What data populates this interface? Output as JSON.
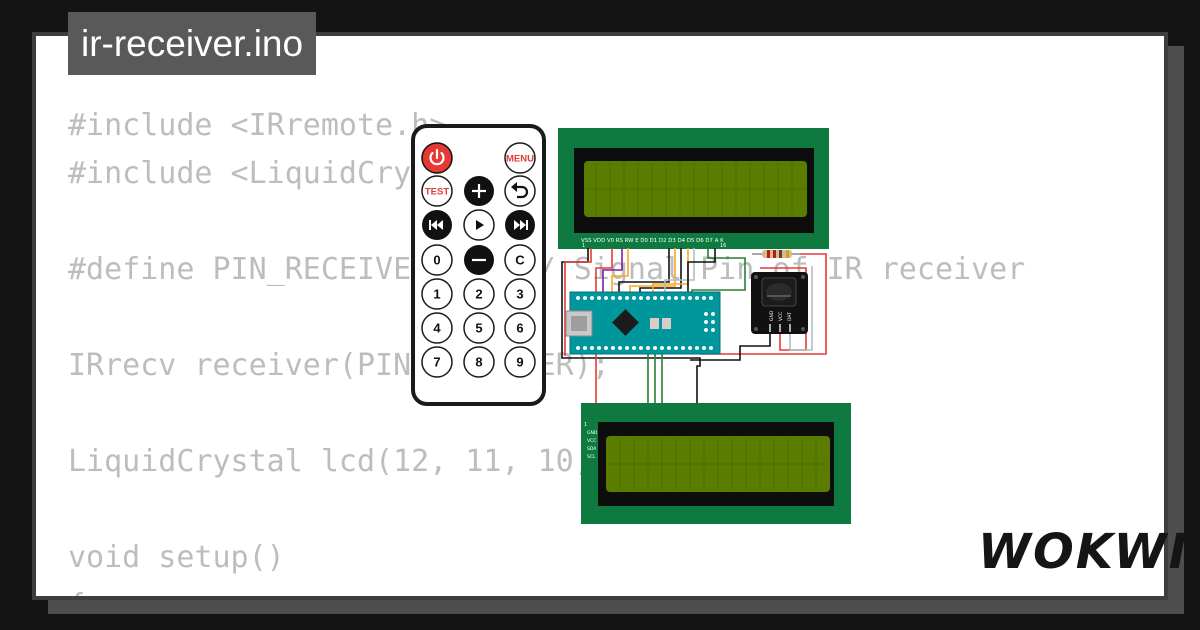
{
  "file_tab": {
    "title": "ir-receiver.ino"
  },
  "code_lines": [
    "#include <IRremote.h>",
    "#include <LiquidCrystal.h>",
    "",
    "#define PIN_RECEIVER 2   // Signal Pin of IR receiver",
    "",
    "IRrecv receiver(PIN_RECEIVER);",
    "",
    "LiquidCrystal lcd(12, 11, 10, 9, 8, 7);",
    "",
    "void setup()",
    "{"
  ],
  "remote": {
    "buttons": {
      "power": "power-icon",
      "menu": "MENU",
      "test": "TEST",
      "plus": "plus-icon",
      "back": "return-icon",
      "prev": "rewind-icon",
      "play": "play-icon",
      "next": "fast-forward-icon",
      "zero": "0",
      "minus": "minus-icon",
      "clear": "C",
      "one": "1",
      "two": "2",
      "three": "3",
      "four": "4",
      "five": "5",
      "six": "6",
      "seven": "7",
      "eight": "8",
      "nine": "9"
    }
  },
  "lcd_top": {
    "pin_labels": "VSS VDD V0 RS RW E D0 D1 D2 D3 D4 D5 D6 D7 A K",
    "pin_numbers": [
      "1",
      "16"
    ]
  },
  "lcd_bottom": {
    "pin_labels": [
      "1",
      "GND",
      "VCC",
      "SDA",
      "SCL"
    ]
  },
  "ir_receiver": {
    "pin_labels": [
      "GND",
      "VCC",
      "DAT"
    ]
  },
  "brand": {
    "logo": "WOKWI"
  },
  "colors": {
    "lcd_board": "#0f7a3f",
    "lcd_screen": "#5a7d00",
    "arduino_board": "#00979c",
    "remote_red": "#e53935",
    "remote_black": "#111111"
  }
}
